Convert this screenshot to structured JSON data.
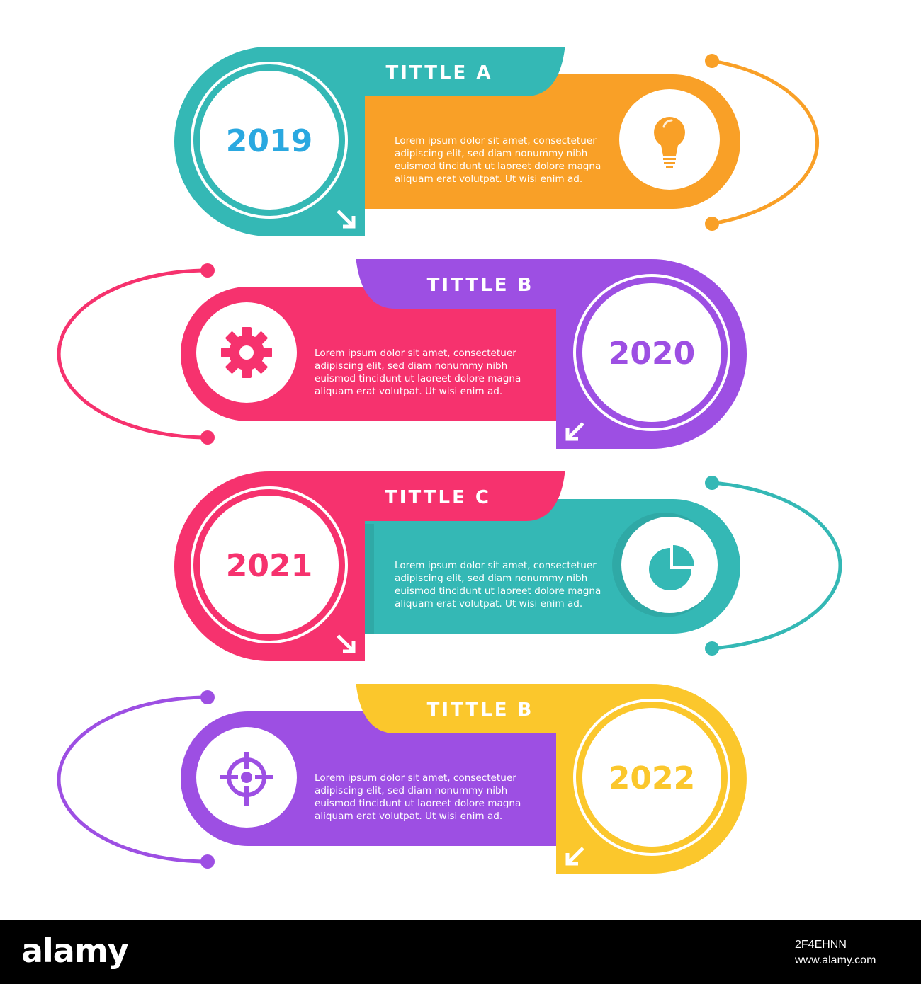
{
  "colors": {
    "teal": "#34b8b5",
    "orange": "#f9a027",
    "pink": "#f6326e",
    "purple": "#9d4fe3",
    "yellow": "#fbc72c",
    "blue_text": "#2aa8e0",
    "white": "#ffffff"
  },
  "steps": [
    {
      "title": "TITTLE A",
      "year": "2019",
      "icon": "lightbulb-icon",
      "text_lines": [
        "Lorem ipsum dolor sit amet, consectetuer",
        "adipiscing elit, sed diam nonummy nibh",
        "euismod tincidunt ut laoreet dolore magna",
        "aliquam erat volutpat. Ut wisi enim ad."
      ]
    },
    {
      "title": "TITTLE B",
      "year": "2020",
      "icon": "gear-icon",
      "text_lines": [
        "Lorem ipsum dolor sit amet, consectetuer",
        "adipiscing elit, sed diam nonummy nibh",
        "euismod tincidunt ut laoreet dolore magna",
        "aliquam erat volutpat. Ut wisi enim ad."
      ]
    },
    {
      "title": "TITTLE C",
      "year": "2021",
      "icon": "pie-chart-icon",
      "text_lines": [
        "Lorem ipsum dolor sit amet, consectetuer",
        "adipiscing elit, sed diam nonummy nibh",
        "euismod tincidunt ut laoreet dolore magna",
        "aliquam erat volutpat. Ut wisi enim ad."
      ]
    },
    {
      "title": "TITTLE B",
      "year": "2022",
      "icon": "target-icon",
      "text_lines": [
        "Lorem ipsum dolor sit amet, consectetuer",
        "adipiscing elit, sed diam nonummy nibh",
        "euismod tincidunt ut laoreet dolore magna",
        "aliquam erat volutpat. Ut wisi enim ad."
      ]
    }
  ],
  "footer": {
    "logo": "alamy",
    "image_id": "2F4EHNN",
    "site": "www.alamy.com"
  }
}
